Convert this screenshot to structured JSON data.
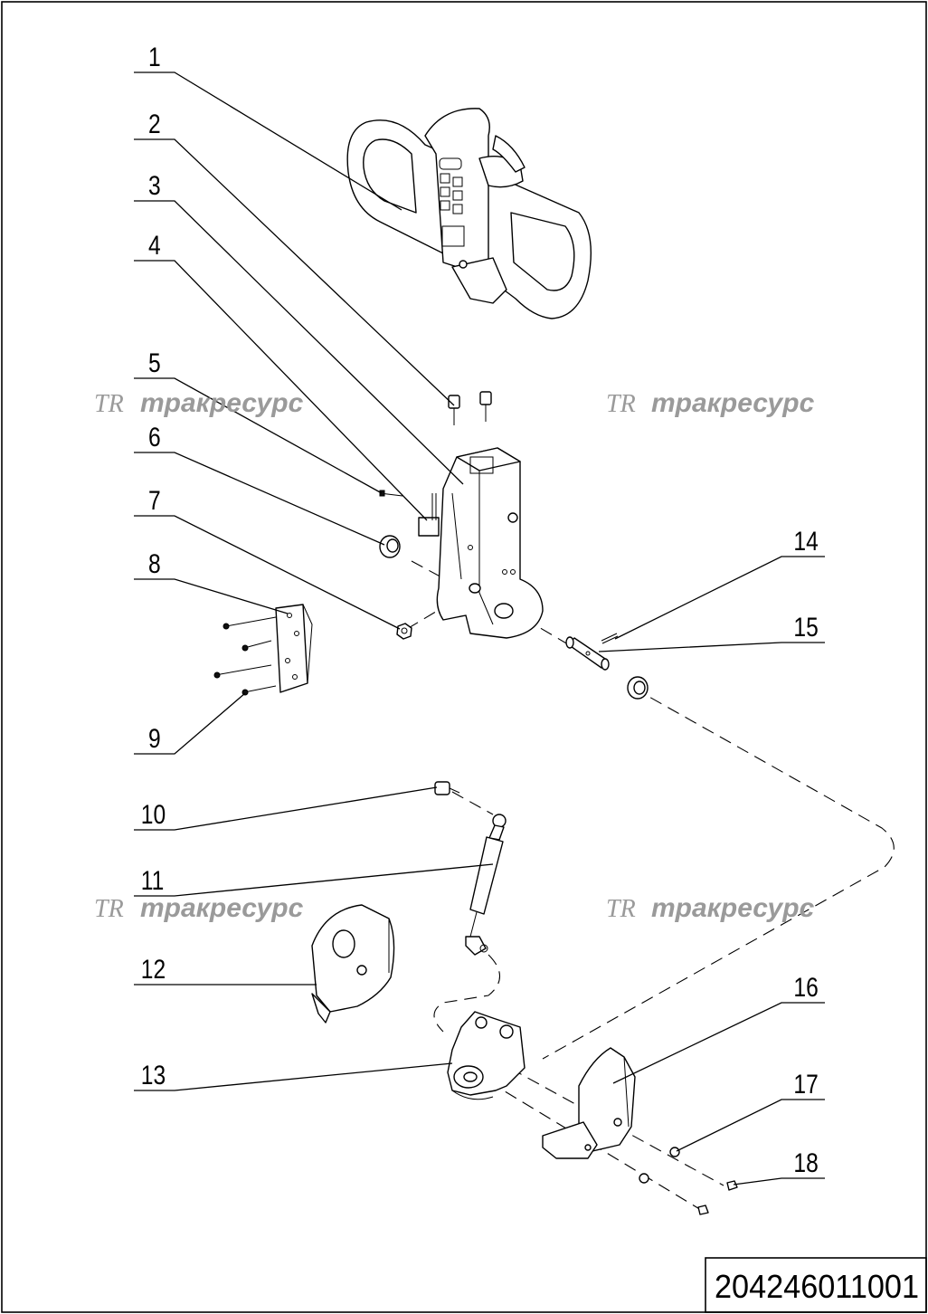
{
  "drawing": {
    "callouts": [
      "1",
      "2",
      "3",
      "4",
      "5",
      "6",
      "7",
      "8",
      "9",
      "10",
      "11",
      "12",
      "13",
      "14",
      "15",
      "16",
      "17",
      "18"
    ],
    "code": "204246011001"
  },
  "watermark": {
    "logo": "TR",
    "text": "тракресурс"
  },
  "colors": {
    "line": "#000000",
    "watermark": "#9a9a9a",
    "background": "#ffffff"
  }
}
